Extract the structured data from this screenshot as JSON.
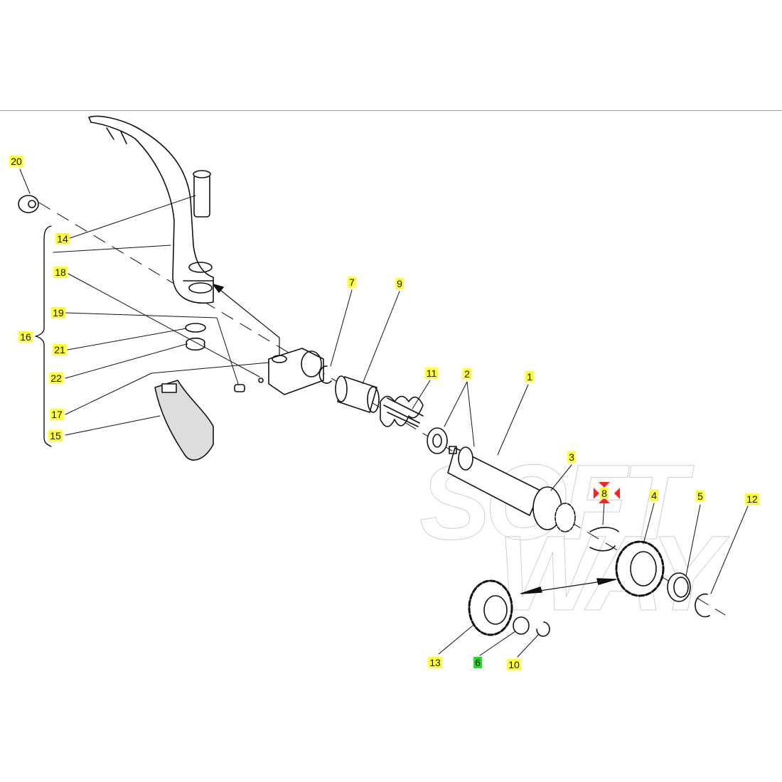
{
  "diagram": {
    "type": "exploded-parts-diagram",
    "watermark": "SOFT WAY",
    "labels": {
      "p1": "1",
      "p2": "2",
      "p3": "3",
      "p4": "4",
      "p5": "5",
      "p6": "6",
      "p7": "7",
      "p8": "8",
      "p9": "9",
      "p10": "10",
      "p11": "11",
      "p12": "12",
      "p13": "13",
      "p14": "14",
      "p15": "15",
      "p16": "16",
      "p17": "17",
      "p18": "18",
      "p19": "19",
      "p20": "20",
      "p21": "21",
      "p22": "22"
    },
    "highlight_colors": {
      "default": "#ffff33",
      "selected": "#22dd22",
      "marker": "#ff2222"
    }
  }
}
